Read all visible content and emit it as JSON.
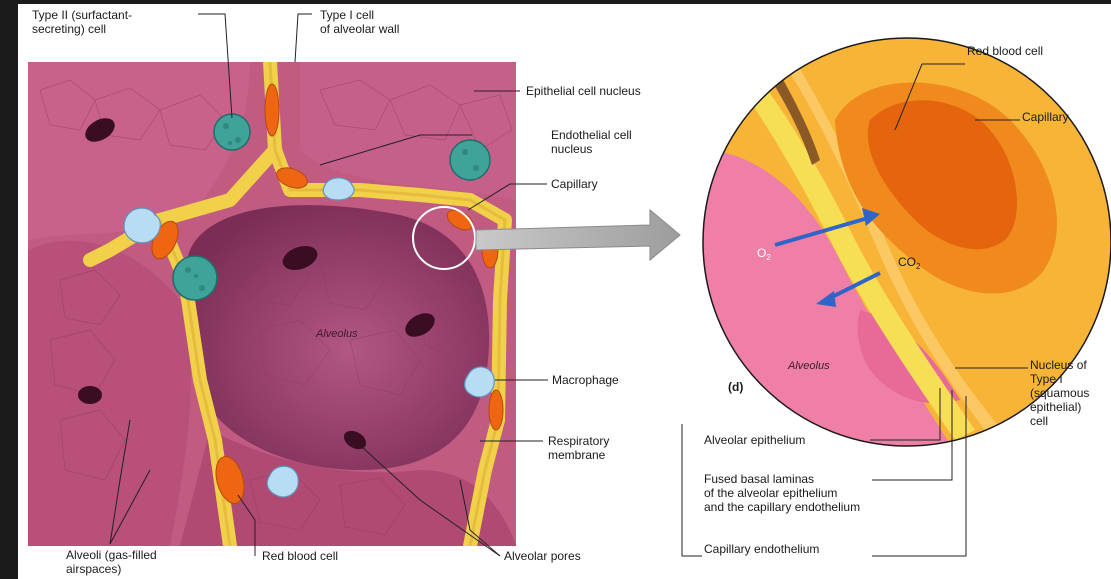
{
  "labels": {
    "type2": "Type II (surfactant-\nsecreting) cell",
    "type1_wall": "Type I cell\nof alveolar wall",
    "epi_nucleus": "Epithelial cell nucleus",
    "endo_nucleus": "Endothelial cell\nnucleus",
    "capillary_left": "Capillary",
    "macrophage": "Macrophage",
    "resp_membrane": "Respiratory\nmembrane",
    "alveoli": "Alveoli (gas-filled\nairspaces)",
    "rbc_left": "Red blood cell",
    "alveolar_pores": "Alveolar pores",
    "alveolus_left": "Alveolus",
    "rbc_right": "Red blood cell",
    "capillary_right": "Capillary",
    "o2_main": "O",
    "o2_sub": "2",
    "co2_main": "CO",
    "co2_sub": "2",
    "alveolus_right": "Alveolus",
    "panel_d": "(d)",
    "nucleus_type1": "Nucleus of\nType I\n(squamous\nepithelial)\ncell",
    "alveolar_epithelium": "Alveolar epithelium",
    "fused_basal": "Fused basal laminas\nof the alveolar epithelium\nand the capillary endothelium",
    "capillary_endothelium": "Capillary endothelium"
  },
  "colors": {
    "tissue": "#b94f78",
    "tissue_dark": "#7a2a4c",
    "membrane_yellow": "#f3d24a",
    "rbc_orange": "#ef6a12",
    "type2_teal": "#3fa39a",
    "macrophage_blue": "#a9d4ef",
    "arrow_gray": "#a8a8a8",
    "gas_arrow_blue": "#2f64c8",
    "circle_capillary": "#f7b437",
    "circle_alveolus": "#ef7fa6"
  }
}
